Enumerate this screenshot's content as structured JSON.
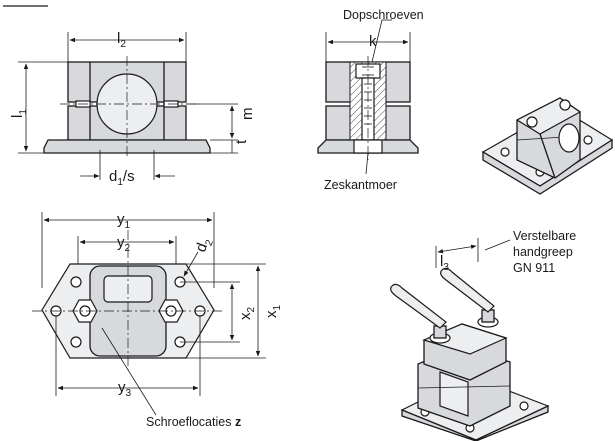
{
  "title": "",
  "dimensions": {
    "l2": "l",
    "l2_sub": "2",
    "l1": "l",
    "l1_sub": "1",
    "m": "m",
    "t": "t",
    "d1s": "d",
    "d1s_sub": "1",
    "d1s_rest": "/s",
    "k": "k",
    "y1": "y",
    "y1_sub": "1",
    "y2": "y",
    "y2_sub": "2",
    "y3": "y",
    "y3_sub": "3",
    "d2": "d",
    "d2_sub": "2",
    "x1": "x",
    "x1_sub": "1",
    "x2": "x",
    "x2_sub": "2",
    "l3": "l",
    "l3_sub": "3"
  },
  "labels": {
    "dopschroeven": "Dopschroeven",
    "zeskantmoer": "Zeskantmoer",
    "schroeflocaties": "Schroeflocaties",
    "schroeflocaties_z": "z",
    "verstelbare_line1": "Verstelbare",
    "verstelbare_line2": "handgreep",
    "verstelbare_line3": "GN 911"
  }
}
